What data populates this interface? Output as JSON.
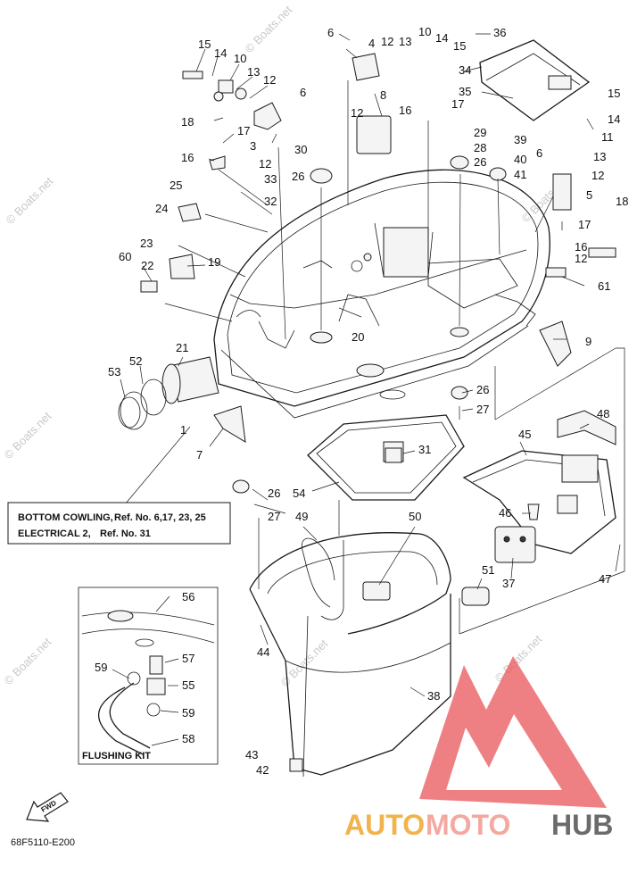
{
  "watermark": "© Boats.net",
  "callouts": [
    {
      "id": "c15a",
      "text": "15"
    },
    {
      "id": "c14a",
      "text": "14"
    },
    {
      "id": "c10a",
      "text": "10"
    },
    {
      "id": "c13a",
      "text": "13"
    },
    {
      "id": "c12a",
      "text": "12"
    },
    {
      "id": "c6a",
      "text": "6"
    },
    {
      "id": "c18a",
      "text": "18"
    },
    {
      "id": "c17a",
      "text": "17"
    },
    {
      "id": "c3",
      "text": "3"
    },
    {
      "id": "c12b",
      "text": "12"
    },
    {
      "id": "c16a",
      "text": "16"
    },
    {
      "id": "c33",
      "text": "33"
    },
    {
      "id": "c25",
      "text": "25"
    },
    {
      "id": "c32",
      "text": "32"
    },
    {
      "id": "c24",
      "text": "24"
    },
    {
      "id": "c23",
      "text": "23"
    },
    {
      "id": "c60",
      "text": "60"
    },
    {
      "id": "c22",
      "text": "22"
    },
    {
      "id": "c19",
      "text": "19"
    },
    {
      "id": "c6b",
      "text": "6"
    },
    {
      "id": "c4",
      "text": "4"
    },
    {
      "id": "c12c",
      "text": "12"
    },
    {
      "id": "c13b",
      "text": "13"
    },
    {
      "id": "c10b",
      "text": "10"
    },
    {
      "id": "c14b",
      "text": "14"
    },
    {
      "id": "c15b",
      "text": "15"
    },
    {
      "id": "c36",
      "text": "36"
    },
    {
      "id": "c34",
      "text": "34"
    },
    {
      "id": "c8",
      "text": "8"
    },
    {
      "id": "c12d",
      "text": "12"
    },
    {
      "id": "c16b",
      "text": "16"
    },
    {
      "id": "c17b",
      "text": "17"
    },
    {
      "id": "c35",
      "text": "35"
    },
    {
      "id": "c15c",
      "text": "15"
    },
    {
      "id": "c14c",
      "text": "14"
    },
    {
      "id": "c11",
      "text": "11"
    },
    {
      "id": "c29",
      "text": "29"
    },
    {
      "id": "c28",
      "text": "28"
    },
    {
      "id": "c39",
      "text": "39"
    },
    {
      "id": "c13c",
      "text": "13"
    },
    {
      "id": "c30",
      "text": "30"
    },
    {
      "id": "c26a",
      "text": "26"
    },
    {
      "id": "c26b",
      "text": "26"
    },
    {
      "id": "c40",
      "text": "40"
    },
    {
      "id": "c6c",
      "text": "6"
    },
    {
      "id": "c41",
      "text": "41"
    },
    {
      "id": "c12e",
      "text": "12"
    },
    {
      "id": "c5",
      "text": "5"
    },
    {
      "id": "c18b",
      "text": "18"
    },
    {
      "id": "c17c",
      "text": "17"
    },
    {
      "id": "c16c",
      "text": "16"
    },
    {
      "id": "c12f",
      "text": "12"
    },
    {
      "id": "c61",
      "text": "61"
    },
    {
      "id": "c20",
      "text": "20"
    },
    {
      "id": "c9",
      "text": "9"
    },
    {
      "id": "c21",
      "text": "21"
    },
    {
      "id": "c52",
      "text": "52"
    },
    {
      "id": "c53",
      "text": "53"
    },
    {
      "id": "c1",
      "text": "1"
    },
    {
      "id": "c7",
      "text": "7"
    },
    {
      "id": "c26c",
      "text": "26"
    },
    {
      "id": "c27a",
      "text": "27"
    },
    {
      "id": "c48",
      "text": "48"
    },
    {
      "id": "c31",
      "text": "31"
    },
    {
      "id": "c45",
      "text": "45"
    },
    {
      "id": "c54",
      "text": "54"
    },
    {
      "id": "c26d",
      "text": "26"
    },
    {
      "id": "c27b",
      "text": "27"
    },
    {
      "id": "c49",
      "text": "49"
    },
    {
      "id": "c50",
      "text": "50"
    },
    {
      "id": "c46",
      "text": "46"
    },
    {
      "id": "c37",
      "text": "37"
    },
    {
      "id": "c47",
      "text": "47"
    },
    {
      "id": "c51",
      "text": "51"
    },
    {
      "id": "c56",
      "text": "56"
    },
    {
      "id": "c44",
      "text": "44"
    },
    {
      "id": "c57",
      "text": "57"
    },
    {
      "id": "c59a",
      "text": "59"
    },
    {
      "id": "c55",
      "text": "55"
    },
    {
      "id": "c59b",
      "text": "59"
    },
    {
      "id": "c38",
      "text": "38"
    },
    {
      "id": "c58",
      "text": "58"
    },
    {
      "id": "c43",
      "text": "43"
    },
    {
      "id": "c42",
      "text": "42"
    }
  ],
  "reference_box": {
    "line1_label": "BOTTOM COWLING,",
    "line1_ref": "Ref. No. 6,17, 23, 25",
    "line2_label": "ELECTRICAL 2,",
    "line2_ref": "Ref. No. 31"
  },
  "flushing_kit_label": "FLUSHING KIT",
  "fwd_label": "FWD",
  "diagram_code": "68F5110-E200",
  "logo": {
    "part1": "AUTO",
    "part2": "MOTO",
    "part3": "HUB",
    "colors": {
      "auto": "#f2b24c",
      "moto": "#f3a9a0",
      "hub": "#6b6b6b",
      "triangle": "#e8555a"
    }
  }
}
